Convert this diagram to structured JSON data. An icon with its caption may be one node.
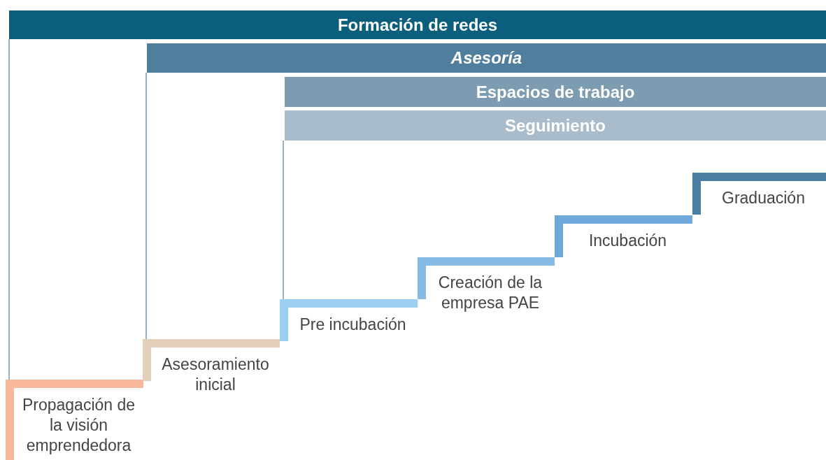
{
  "diagram": {
    "nodes": [
      {
        "text": [
          "Formación de redes"
        ]
      },
      {
        "text": [
          "Asesoría"
        ]
      },
      {
        "text": [
          "Espacios de trabajo"
        ]
      },
      {
        "text": [
          "Seguimiento"
        ]
      },
      {
        "text": [
          "Propagación de la visión emprendedora"
        ]
      },
      {
        "text": [
          "Asesoramiento inicial"
        ]
      },
      {
        "text": [
          "Pre incubación"
        ]
      },
      {
        "text": [
          "Creación de la empresa PAE"
        ]
      },
      {
        "text": [
          "Incubación"
        ]
      },
      {
        "text": [
          "Graduación"
        ]
      }
    ],
    "edges": [
      {
        "from": 0,
        "to": 4,
        "arrow": "none"
      },
      {
        "from": 1,
        "to": 5,
        "arrow": "none"
      },
      {
        "from": 3,
        "to": 6,
        "arrow": "none"
      }
    ]
  }
}
